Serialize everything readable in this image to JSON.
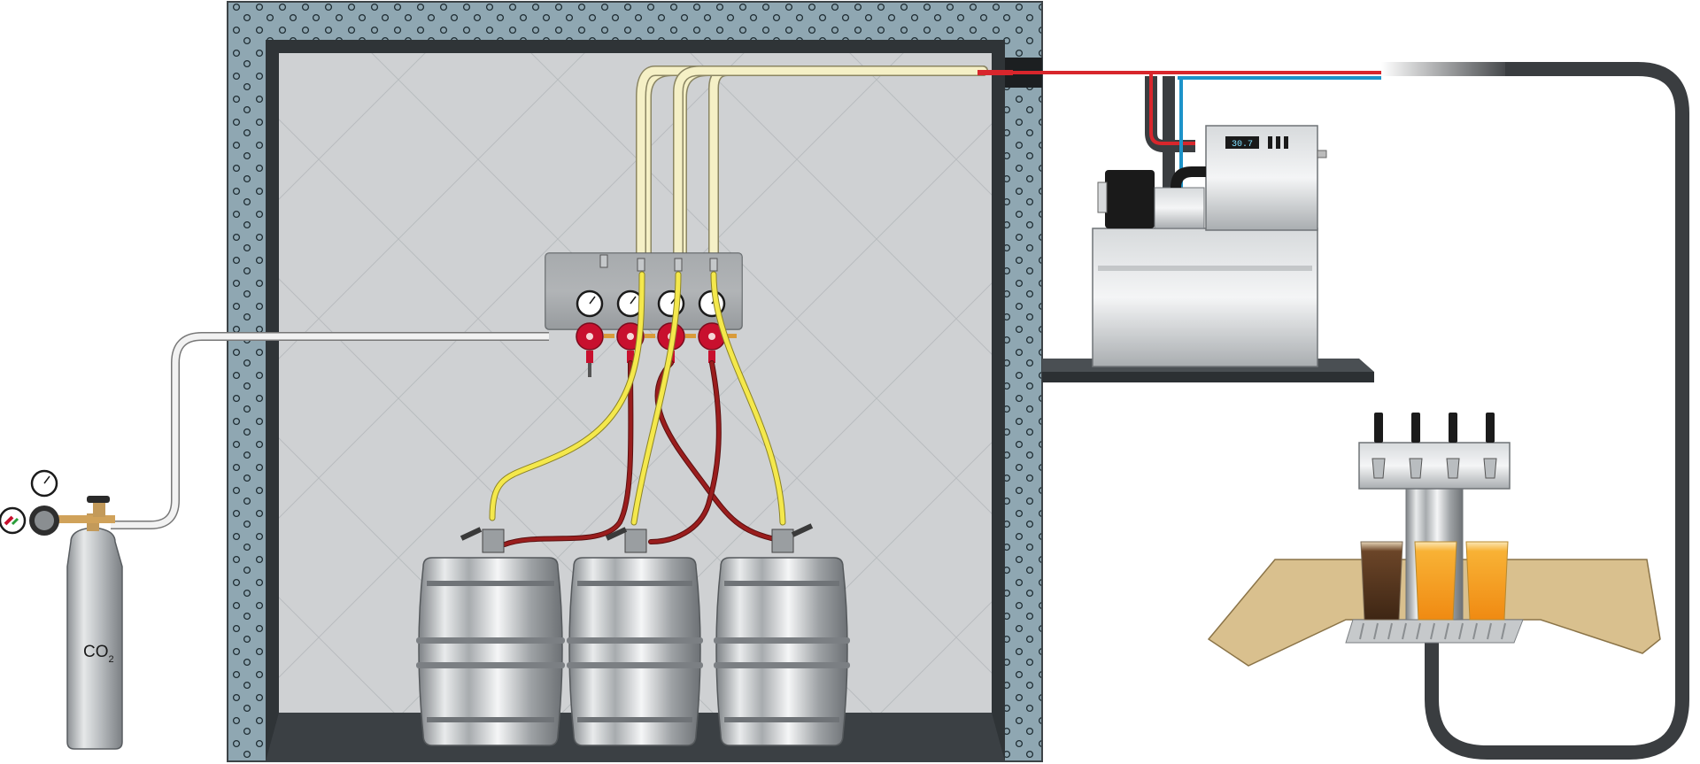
{
  "diagram": {
    "cylinder_label": {
      "main": "CO",
      "sub": "2"
    },
    "chiller_display": "30.7",
    "colors": {
      "wall_insulation": "#8fa7b2",
      "cold_room_fill": "#cfd1d3",
      "co2_gas_line": "#f2f2f2",
      "beer_line_supply": "#f5f0c6",
      "beer_line_keg": "#f4e84c",
      "gas_line_keg": "#9a1d1d",
      "glycol_supply": "#d8262c",
      "glycol_return": "#1d93c9",
      "python_trunk": "#3a3d40",
      "regulator_red": "#c8102e",
      "counter": "#d9c08e",
      "amber_beer": "#f5a623",
      "dark_beer": "#5b3a23"
    },
    "components": {
      "co2_cylinder": "co2-cylinder-icon",
      "gas_regulator": "gas-regulator-icon",
      "gas_manifold": "gas-manifold-panel",
      "kegs": [
        "keg-1",
        "keg-2",
        "keg-3"
      ],
      "glycol_chiller": "glycol-chiller-icon",
      "beer_tower": "beer-tower-icon",
      "taps": [
        "tap-1",
        "tap-2",
        "tap-3",
        "tap-4"
      ],
      "glasses": [
        "dark-beer-glass",
        "amber-beer-glass-1",
        "amber-beer-glass-2"
      ]
    }
  }
}
